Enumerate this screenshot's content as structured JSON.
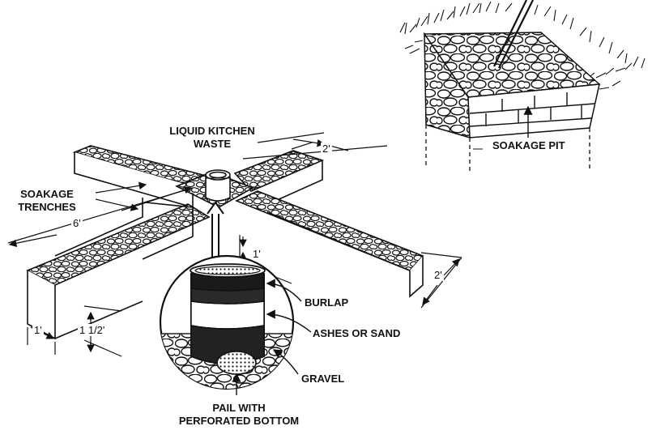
{
  "labels": {
    "liquid_kitchen_waste_line1": "LIQUID KITCHEN",
    "liquid_kitchen_waste_line2": "WASTE",
    "soakage_trenches_line1": "SOAKAGE",
    "soakage_trenches_line2": "TRENCHES",
    "soakage_pit": "SOAKAGE PIT",
    "burlap": "BURLAP",
    "ashes_or_sand": "ASHES OR SAND",
    "gravel": "GRAVEL",
    "pail_line1": "PAIL WITH",
    "pail_line2": "PERFORATED BOTTOM"
  },
  "dimensions": {
    "trench_width_top": "2'",
    "trench_length": "6'",
    "trench_depth_near_pail": "1'",
    "trench_width_right": "2'",
    "front_width": "1'",
    "front_depth": "1 1/2'"
  }
}
